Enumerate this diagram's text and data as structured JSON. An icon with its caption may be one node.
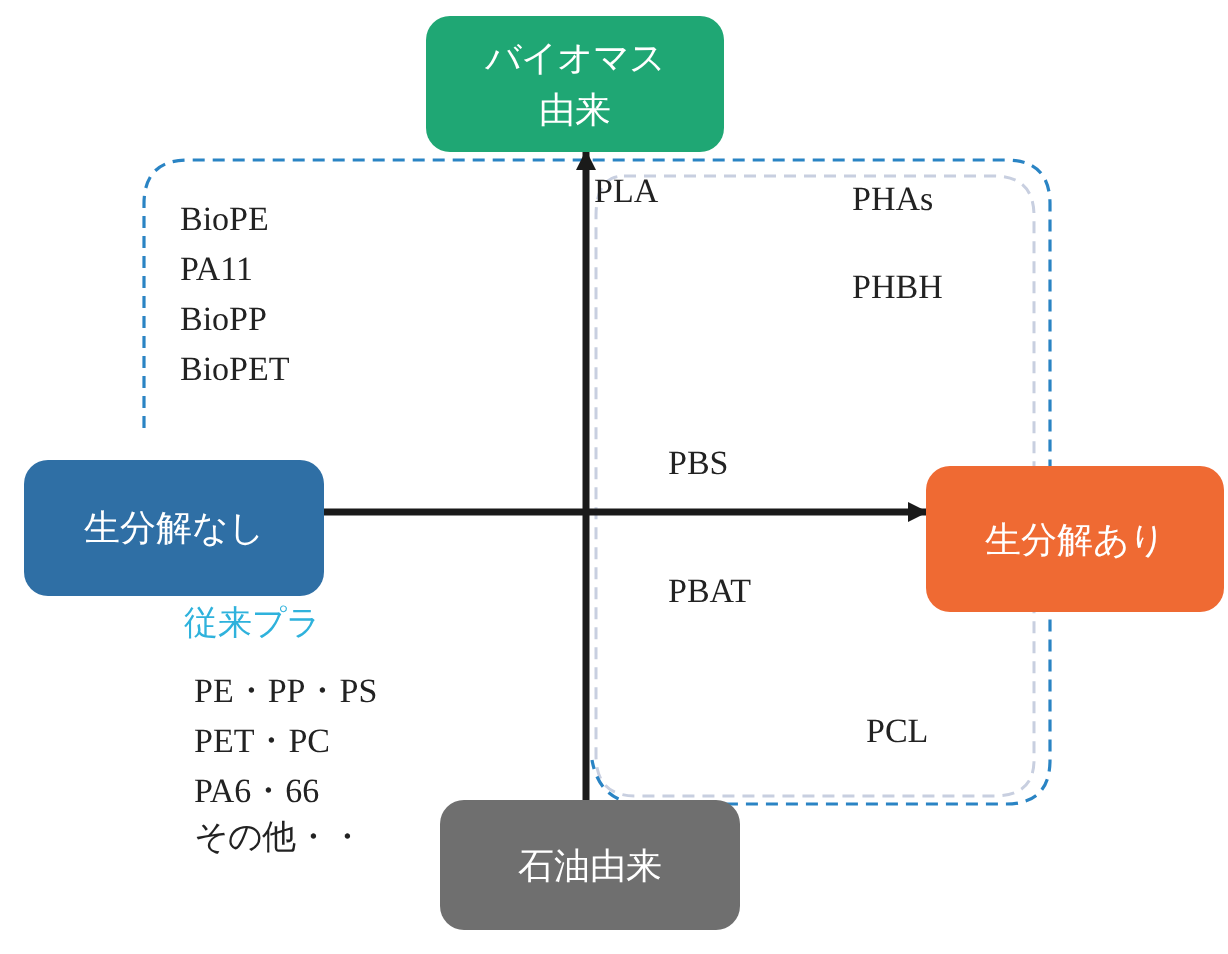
{
  "diagram": {
    "nodes": [
      {
        "text": [
          "バイオマス由来"
        ]
      },
      {
        "text": [
          "生分解なし"
        ],
        "beside": [
          "従来プラ"
        ]
      },
      {
        "text": [
          "生分解あり"
        ]
      },
      {
        "text": [
          "石油由来"
        ]
      }
    ],
    "edges": [
      {
        "from": 3,
        "to": 0,
        "arrow": "to"
      },
      {
        "from": 1,
        "to": 2,
        "arrow": "to"
      }
    ],
    "labels": [
      "BioPE",
      "PA11",
      "BioPP",
      "BioPET",
      "PLA",
      "PHAs",
      "PHBH",
      "PBS",
      "PBAT",
      "PCL",
      "PE・PP・PS",
      "PET・PC",
      "PA6・66",
      "その他・・"
    ]
  }
}
